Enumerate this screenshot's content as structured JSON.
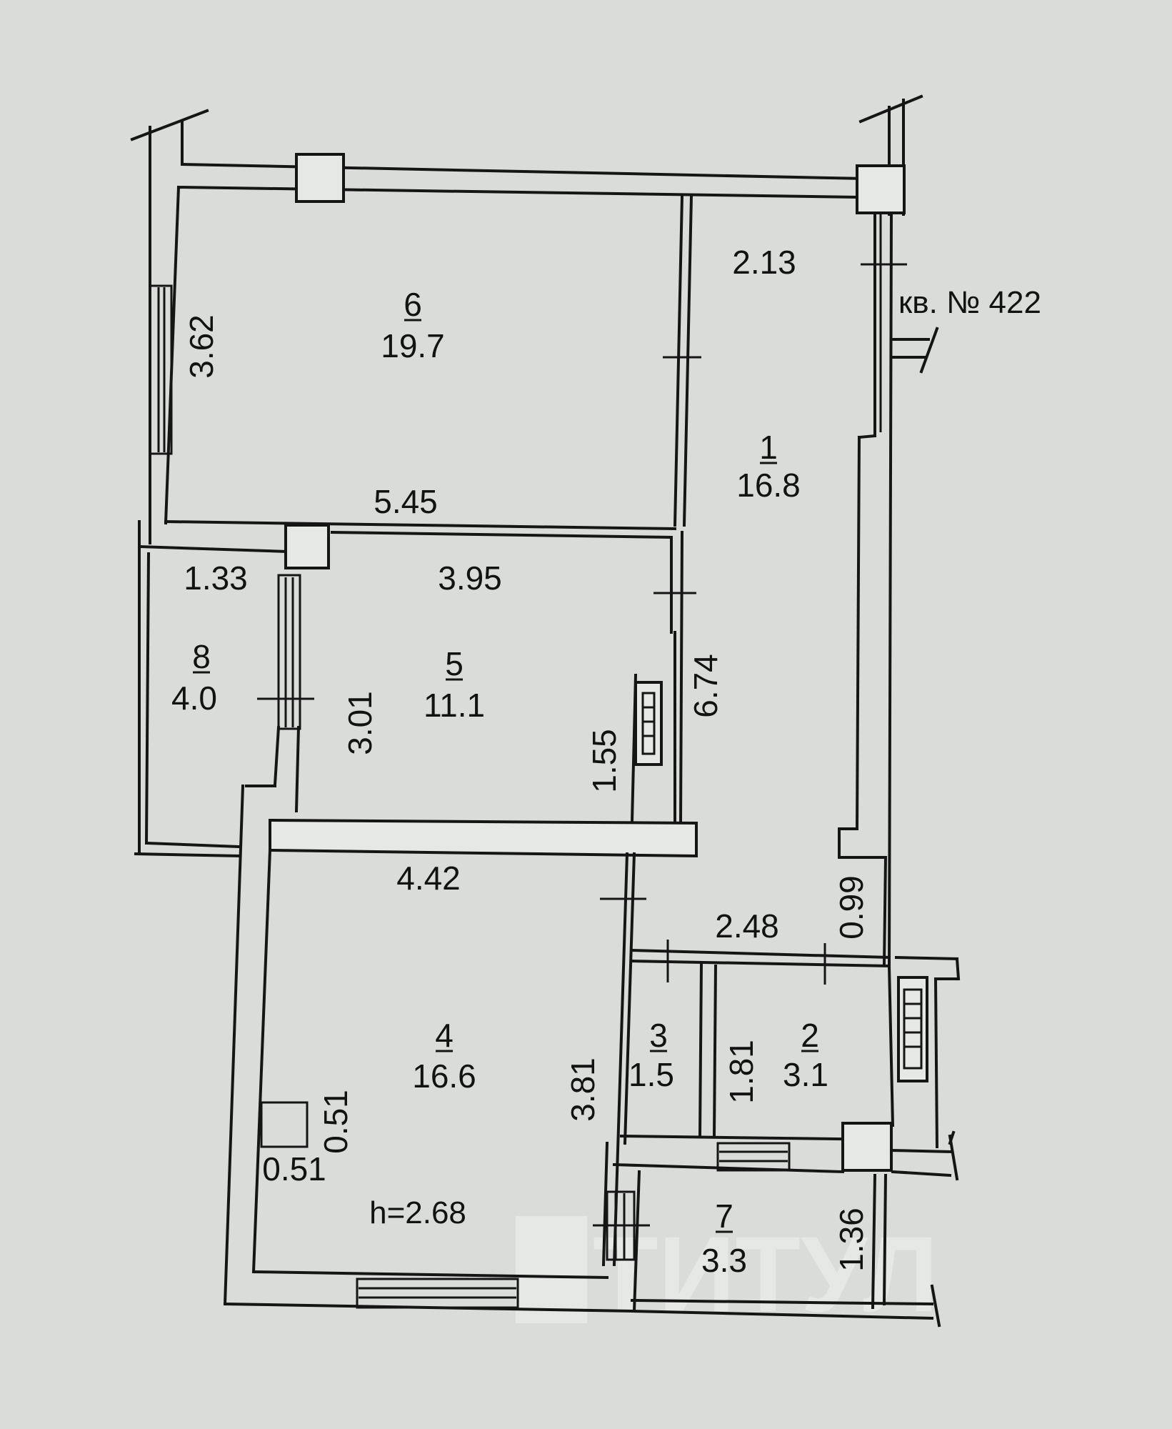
{
  "apartment_label": "кв. № 422",
  "ceiling_height": "h=2.68",
  "watermark": "ТИТУЛ",
  "rooms": {
    "r1": {
      "number": "1",
      "area": "16.8"
    },
    "r2": {
      "number": "2",
      "area": "3.1"
    },
    "r3": {
      "number": "3",
      "area": "1.5"
    },
    "r4": {
      "number": "4",
      "area": "16.6"
    },
    "r5": {
      "number": "5",
      "area": "11.1"
    },
    "r6": {
      "number": "6",
      "area": "19.7"
    },
    "r7": {
      "number": "7",
      "area": "3.3"
    },
    "r8": {
      "number": "8",
      "area": "4.0"
    }
  },
  "dimensions": {
    "d_213": "2.13",
    "d_362": "3.62",
    "d_545": "5.45",
    "d_133": "1.33",
    "d_395": "3.95",
    "d_674": "6.74",
    "d_301": "3.01",
    "d_155": "1.55",
    "d_442": "4.42",
    "d_248": "2.48",
    "d_099": "0.99",
    "d_381": "3.81",
    "d_181": "1.81",
    "d_051v": "0.51",
    "d_051h": "0.51",
    "d_136": "1.36"
  }
}
